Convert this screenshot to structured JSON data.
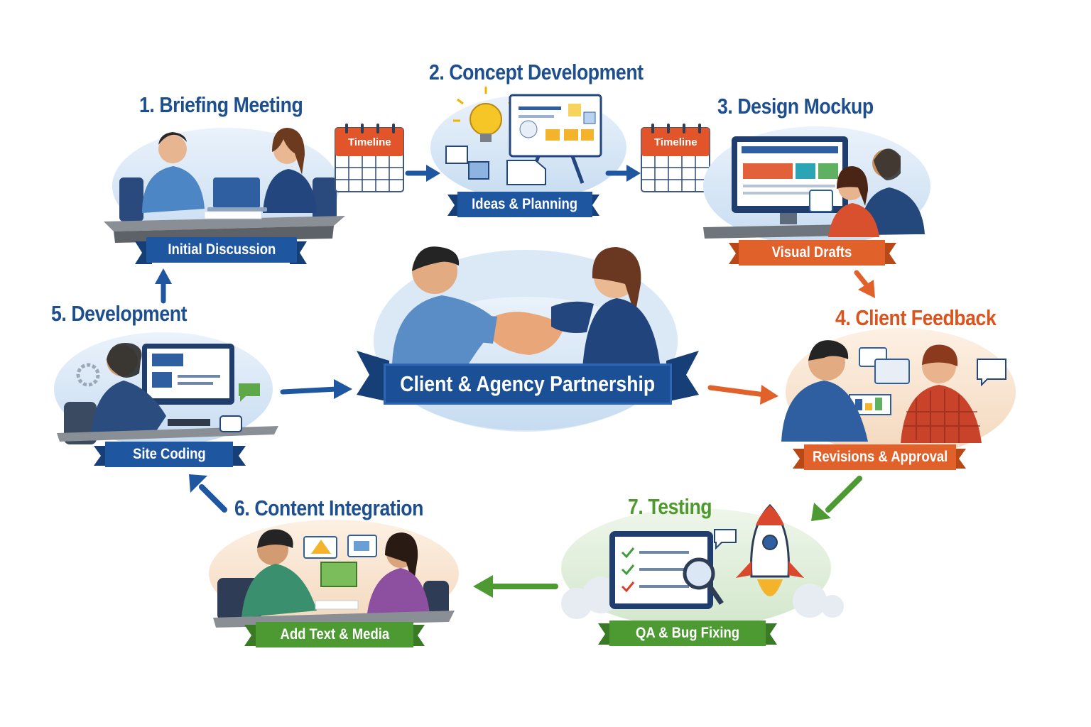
{
  "steps": [
    {
      "title": "1. Briefing Meeting",
      "caption": "Initial Discussion"
    },
    {
      "title": "2. Concept Development",
      "caption": "Ideas & Planning"
    },
    {
      "title": "3. Design Mockup",
      "caption": "Visual Drafts"
    },
    {
      "title": "4. Client Feedback",
      "caption": "Revisions & Approval"
    },
    {
      "title": "5. Development",
      "caption": "Site Coding"
    },
    {
      "title": "6. Content Integration",
      "caption": "Add Text & Media"
    },
    {
      "title": "7. Testing",
      "caption": "QA & Bug Fixing"
    }
  ],
  "center": {
    "label": "Client & Agency Partnership"
  },
  "calendars": [
    {
      "label": "Timeline"
    },
    {
      "label": "Timeline"
    }
  ],
  "colors": {
    "blue": "#1d4f8f",
    "orange": "#d9541e",
    "green": "#4f9a2f"
  }
}
